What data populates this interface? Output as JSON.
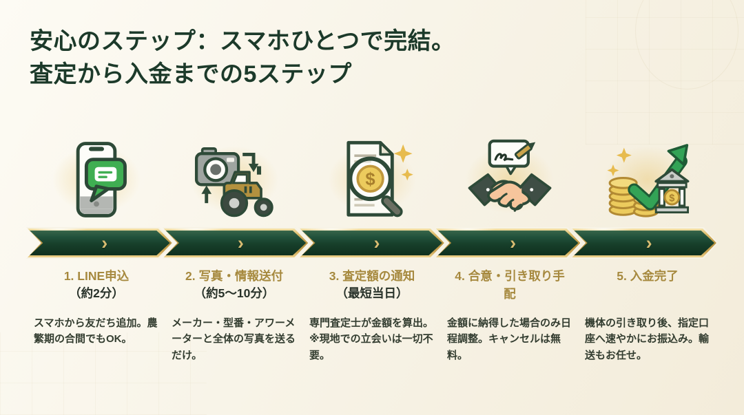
{
  "header": {
    "title_line1": "安心のステップ：スマホひとつで完結。",
    "title_line2": "査定から入金までの5ステップ"
  },
  "band": {
    "chevron_glyph": "›"
  },
  "colors": {
    "background": "#f7f3e8",
    "heading_text": "#1c3a2a",
    "step_title_gold": "#a6893e",
    "band_green": "#1c4a31",
    "band_gold": "#c6a14b",
    "accent_green": "#3fae52",
    "coin_gold": "#eccb5d"
  },
  "steps": [
    {
      "icon": "phone-line-chat-icon",
      "title": "1. LINE申込",
      "duration": "（約2分）",
      "description": "スマホから友だち追加。農繁期の合間でもOK。"
    },
    {
      "icon": "camera-tractor-photo-icon",
      "title": "2. 写真・情報送付",
      "duration": "（約5〜10分）",
      "description": "メーカー・型番・アワーメーターと全体の写真を送るだけ。"
    },
    {
      "icon": "document-magnifier-coin-icon",
      "title": "3. 査定額の通知",
      "duration": "（最短当日）",
      "description": "専門査定士が金額を算出。※現地での立会いは一切不要。"
    },
    {
      "icon": "handshake-contract-icon",
      "title": "4. 合意・引き取り手配",
      "duration": "",
      "description": "金額に納得した場合のみ日程調整。キャンセルは無料。"
    },
    {
      "icon": "coins-bank-payment-icon",
      "title": "5. 入金完了",
      "duration": "",
      "description": "機体の引き取り後、指定口座へ速やかにお振込み。輸送もお任せ。"
    }
  ]
}
